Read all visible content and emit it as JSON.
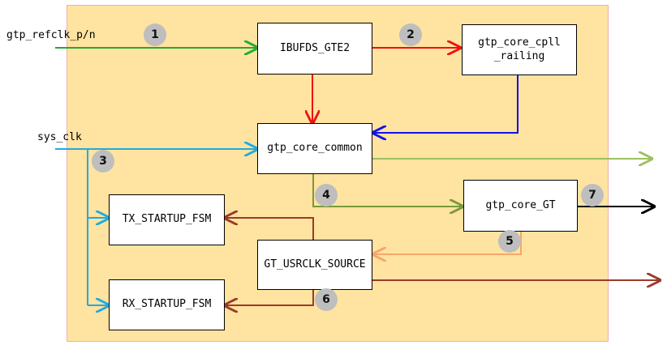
{
  "colors": {
    "region_fill": "#ffe3a0",
    "green": "#22aa33",
    "red": "#ee1111",
    "blue": "#1111ee",
    "cyan": "#22aadd",
    "olive_green": "#7a9a3a",
    "light_green": "#9cc060",
    "orange": "#f5a66a",
    "brown": "#9a3a2a",
    "black": "#000000",
    "badge_gray": "#bebebe"
  },
  "signals": {
    "refclk": "gtp_refclk_p/n",
    "sys_clk": "sys_clk"
  },
  "blocks": {
    "ibufds": "IBUFDS_GTE2",
    "cpll_railing": "gtp_core_cpll\n_railing",
    "common": "gtp_core_common",
    "gt": "gtp_core_GT",
    "tx_fsm": "TX_STARTUP_FSM",
    "rx_fsm": "RX_STARTUP_FSM",
    "usrclk": "GT_USRCLK_SOURCE"
  },
  "badges": [
    "1",
    "2",
    "3",
    "4",
    "5",
    "6",
    "7"
  ]
}
